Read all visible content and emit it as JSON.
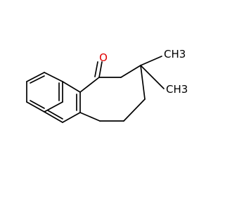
{
  "molecule": {
    "atom_labels": [
      {
        "id": "O",
        "text": "O",
        "color": "#e00000"
      },
      {
        "id": "CH3_upper",
        "text": "CH3",
        "color": "#000000"
      },
      {
        "id": "CH3_lower",
        "text": "CH3",
        "color": "#000000"
      }
    ],
    "colors": {
      "bond": "#000000",
      "oxygen": "#e00000",
      "background": "#ffffff"
    }
  }
}
